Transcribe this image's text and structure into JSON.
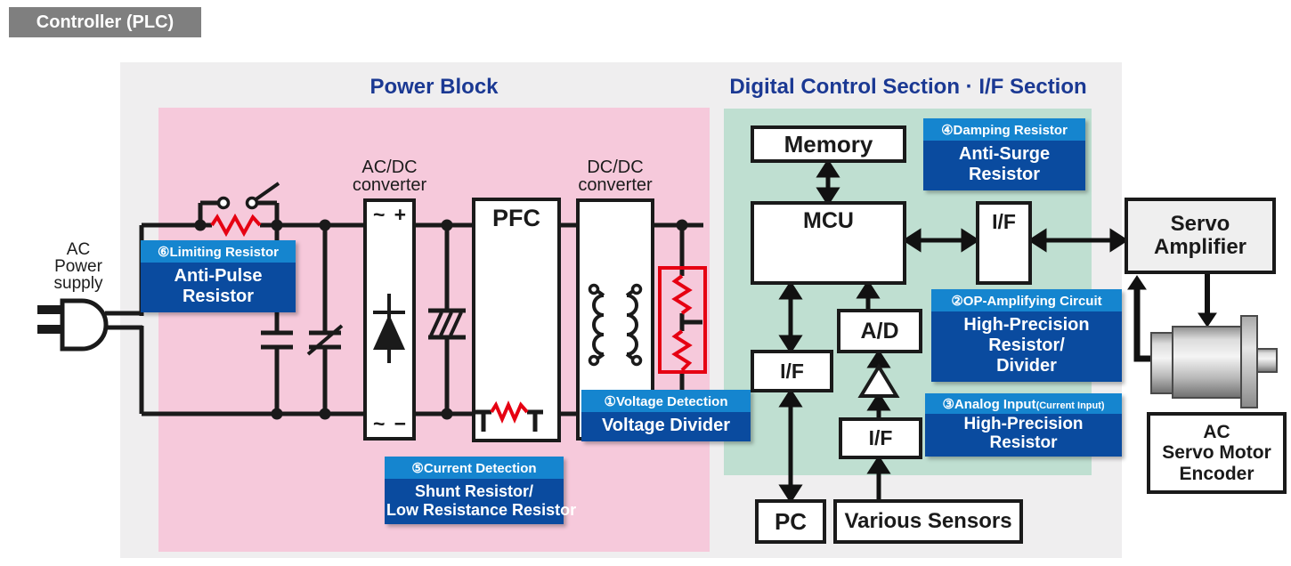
{
  "badge": "Controller (PLC)",
  "titles": {
    "power": "Power Block",
    "digital": "Digital Control Section · I/F Section"
  },
  "source_label": {
    "l1": "AC",
    "l2": "Power",
    "l3": "supply"
  },
  "power_block": {
    "acdc": {
      "name_l1": "AC/DC",
      "name_l2": "converter",
      "top_sym": "~",
      "top_plus": "+",
      "bot_sym": "~",
      "bot_minus": "−"
    },
    "pfc": {
      "label": "PFC"
    },
    "dcdc": {
      "name_l1": "DC/DC",
      "name_l2": "converter"
    }
  },
  "digital_block": {
    "memory": "Memory",
    "mcu": "MCU",
    "if_right": "I/F",
    "if_left": "I/F",
    "if_bottom": "I/F",
    "ad": "A/D",
    "pc": "PC",
    "sensors": "Various Sensors"
  },
  "servo": {
    "amp_l1": "Servo",
    "amp_l2": "Amplifier",
    "enc_l1": "AC",
    "enc_l2": "Servo Motor",
    "enc_l3": "Encoder"
  },
  "callouts": {
    "limiting": {
      "num": "⑥",
      "title": "Limiting Resistor",
      "body": [
        "Anti-Pulse",
        "Resistor"
      ]
    },
    "voltage": {
      "num": "①",
      "title": "Voltage Detection",
      "body": [
        "Voltage Divider"
      ]
    },
    "current": {
      "num": "⑤",
      "title": "Current Detection",
      "body": [
        "Shunt Resistor/",
        "Low Resistance Resistor"
      ]
    },
    "damping": {
      "num": "④",
      "title": "Damping Resistor",
      "body": [
        "Anti-Surge",
        "Resistor"
      ]
    },
    "op_amp": {
      "num": "②",
      "title": "OP-Amplifying Circuit",
      "body": [
        "High-Precision",
        "Resistor/",
        "Divider"
      ]
    },
    "analog": {
      "num": "③",
      "title": "Analog Input",
      "title_suffix": "(Current Input)",
      "body": [
        "High-Precision",
        "Resistor"
      ]
    }
  },
  "colors": {
    "callout_header_blue": "#1585cf",
    "callout_body_blue": "#0a4b9f",
    "pink_block": "#f6c9db",
    "green_block": "#bfdfd1",
    "container_gray": "#efeeef",
    "badge_gray": "#7f7f7f",
    "title_navy": "#1b3993",
    "accent_red": "#e60012"
  }
}
